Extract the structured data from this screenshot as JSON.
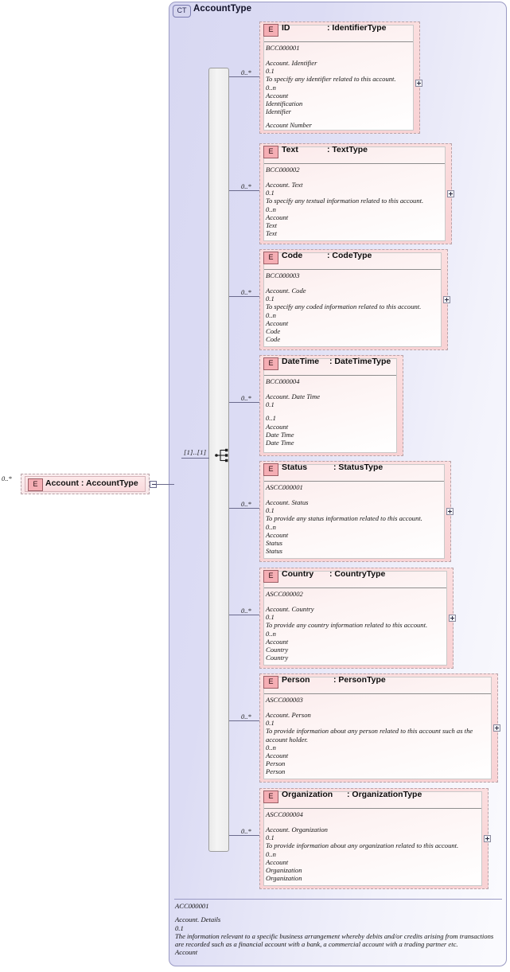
{
  "diagram": {
    "complex_type": {
      "badge": "CT",
      "title": "AccountType",
      "compositor_icon": "sequence-icon",
      "compositor_occurs": "[1]..[1]"
    },
    "root_element": {
      "badge": "E",
      "label": "Account : AccountType",
      "occurs": "0..*",
      "expand_icon": "collapse-box-icon"
    },
    "footer": {
      "code": "ACC000001",
      "lines": [
        "Account. Details",
        "0.1",
        "The information relevant to a specific business arrangement whereby debits and/or credits arising from transactions are recorded such as a financial account with a bank, a commercial account with a trading partner etc.",
        "Account"
      ]
    },
    "nodes": [
      {
        "badge": "E",
        "name": "ID",
        "type": ": IdentifierType",
        "code": "BCC000001",
        "occurs": "0..*",
        "has_plus": true,
        "lines": [
          "Account. Identifier",
          "0.1",
          "To specify any identifier related to this account.",
          "0..n",
          "Account",
          "Identification",
          "Identifier",
          "",
          "Account Number"
        ]
      },
      {
        "badge": "E",
        "name": "Text",
        "type": ": TextType",
        "code": "BCC000002",
        "occurs": "0..*",
        "has_plus": true,
        "lines": [
          "Account. Text",
          "0.1",
          "To specify any textual information related to this account.",
          "0..n",
          "Account",
          "Text",
          "Text"
        ]
      },
      {
        "badge": "E",
        "name": "Code",
        "type": ": CodeType",
        "code": "BCC000003",
        "occurs": "0..*",
        "has_plus": true,
        "lines": [
          "Account. Code",
          "0.1",
          "To specify any coded information related to this account.",
          "0..n",
          "Account",
          "Code",
          "Code"
        ]
      },
      {
        "badge": "E",
        "name": "DateTime",
        "type": ": DateTimeType",
        "code": "BCC000004",
        "occurs": "0..*",
        "has_plus": false,
        "lines": [
          "Account. Date Time",
          "0.1",
          "",
          "0..1",
          "Account",
          "Date Time",
          "Date Time"
        ]
      },
      {
        "badge": "E",
        "name": "Status",
        "type": ": StatusType",
        "code": "ASCC000001",
        "occurs": "0..*",
        "has_plus": true,
        "lines": [
          "Account. Status",
          "0.1",
          "To provide any status information related to this account.",
          "0..n",
          "Account",
          "Status",
          "Status"
        ]
      },
      {
        "badge": "E",
        "name": "Country",
        "type": ": CountryType",
        "code": "ASCC000002",
        "occurs": "0..*",
        "has_plus": true,
        "lines": [
          "Account. Country",
          "0.1",
          "To provide any country information related to this account.",
          "0..n",
          "Account",
          "Country",
          "Country"
        ]
      },
      {
        "badge": "E",
        "name": "Person",
        "type": ": PersonType",
        "code": "ASCC000003",
        "occurs": "0..*",
        "has_plus": true,
        "lines": [
          "Account. Person",
          "0.1",
          "To provide information about any person related to this account such as the account holder.",
          "0..n",
          "Account",
          "Person",
          "Person"
        ]
      },
      {
        "badge": "E",
        "name": "Organization",
        "type": ": OrganizationType",
        "code": "ASCC000004",
        "occurs": "0..*",
        "has_plus": true,
        "lines": [
          "Account. Organization",
          "0.1",
          "To provide information about any organization related to this account.",
          "0..n",
          "Account",
          "Organization",
          "Organization"
        ]
      }
    ]
  },
  "colors": {
    "element_fill": "#f8d2d4",
    "container_fill": "#dcdcf4",
    "badge_fill": "#f5aeb4",
    "border": "#b9a3a8"
  }
}
